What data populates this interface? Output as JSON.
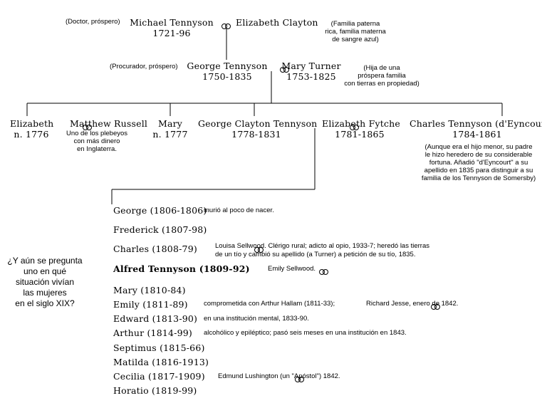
{
  "gen1": {
    "michael_note": "(Doctor, próspero)",
    "michael_name": "Michael Tennyson",
    "michael_years": "1721-96",
    "elizabeth_name": "Elizabeth Clayton",
    "elizabeth_note_1": "(Familia paterna",
    "elizabeth_note_2": "rica, familia materna",
    "elizabeth_note_3": "de sangre azul)"
  },
  "gen2": {
    "george_note": "(Procurador, próspero)",
    "george_name": "George Tennyson",
    "george_years": "1750-1835",
    "mary_name": "Mary Turner",
    "mary_years": "1753-1825",
    "mary_note_1": "(Hija de una",
    "mary_note_2": "próspera familia",
    "mary_note_3": "con tierras en propiedad)"
  },
  "gen3": {
    "elizabeth_name": "Elizabeth",
    "elizabeth_years": "n. 1776",
    "matthew_name": "Matthew Russell",
    "matthew_note_1": "Uno de los plebeyos",
    "matthew_note_2": "con más dinero",
    "matthew_note_3": "en Inglaterra.",
    "mary_name": "Mary",
    "mary_years": "n. 1777",
    "gc_name": "George Clayton Tennyson",
    "gc_years": "1778-1831",
    "fytche_name": "Elizabeth Fytche",
    "fytche_years": "1781-1865",
    "charles_name": "Charles Tennyson (d'Eyncourt)",
    "charles_years": "1784-1861",
    "charles_note_1": "(Aunque era el hijo menor, su padre",
    "charles_note_2": "le hizo heredero de su considerable",
    "charles_note_3": "fortuna. Añadió \"d'Eyncourt\" a su",
    "charles_note_4": "apellido en 1835 para distinguir a su",
    "charles_note_5": "familia de los Tennyson de Somersby)"
  },
  "children": [
    {
      "name": "George (1806-1806)",
      "note": "murió al poco de nacer."
    },
    {
      "name": "Frederick (1807-98)"
    },
    {
      "name": "Charles (1808-79)",
      "note_1": "Louisa Sellwood. Clérigo rural; adicto al opio, 1933-7; heredó las tierras",
      "note_2": "de un tío y cambió su apellido (a Turner) a petición de su tío, 1835."
    },
    {
      "name": "Alfred Tennyson (1809-92)",
      "note": "Emily Sellwood."
    },
    {
      "name": "Mary (1810-84)"
    },
    {
      "name": "Emily (1811-89)",
      "note_1": "comprometida con Arthur Hallam (1811-33);",
      "note_2": "Richard Jesse, enero de 1842."
    },
    {
      "name": "Edward (1813-90)",
      "note": "en una institución mental, 1833-90."
    },
    {
      "name": "Arthur (1814-99)",
      "note": "alcohólico y epiléptico; pasó seis meses en una institución en 1843."
    },
    {
      "name": "Septimus (1815-66)"
    },
    {
      "name": "Matilda (1816-1913)"
    },
    {
      "name": "Cecilia (1817-1909)",
      "note": "Edmund Lushington (un \"Apóstol\") 1842."
    },
    {
      "name": "Horatio (1819-99)"
    }
  ],
  "question": [
    "¿Y aún se pregunta",
    "uno en qué",
    "situación vivían",
    "las mujeres",
    "en el siglo XIX?"
  ]
}
